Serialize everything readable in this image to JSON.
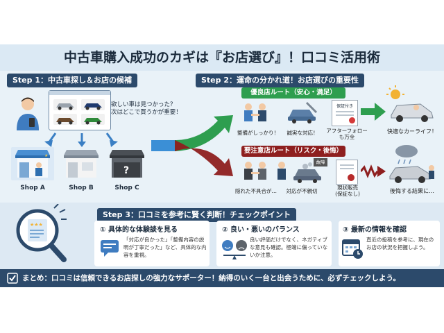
{
  "title": "中古車購入成功のカギは『お店選び』！口コミ活用術",
  "step1": {
    "label": "Step 1：中古車探し＆お店の候補",
    "thought": [
      "欲しい車は見つかった？",
      "次はどこで買うかが重要！"
    ],
    "shops": [
      "Shop A",
      "Shop B",
      "Shop C"
    ]
  },
  "step2": {
    "label": "Step 2：運命の分かれ道！お店選びの重要性",
    "good_route": "優良店ルート（安心・満足）",
    "good_items": [
      "整備がしっかり！",
      "誠実な対応！",
      "アフターフォロー\nも万全"
    ],
    "good_doc": "保証付き",
    "good_result": "快適なカーライフ！",
    "bad_route": "要注意店ルート（リスク・後悔）",
    "bad_items": [
      "隠れた不具合が…",
      "対応が不親切",
      "現状販売\n(保証なし)"
    ],
    "bad_sign": "故障",
    "bad_result": "後悔する結果に…"
  },
  "step3": {
    "label": "Step 3：口コミを参考に賢く判断！チェックポイント",
    "points": [
      {
        "title": "① 具体的な体験談を見る",
        "body": "「対応が良かった」「整備内容の説明が丁寧だった」など、具体的な内容を重視。"
      },
      {
        "title": "② 良い・悪いのバランス",
        "body": "良い評価だけでなく、ネガティブな意見も確認。極端に偏っていないか注意。"
      },
      {
        "title": "③ 最新の情報を確認",
        "body": "直近の投稿を参考に、現在のお店の状況を把握しよう。"
      }
    ]
  },
  "summary": "まとめ：口コミは信頼できるお店探しの強力なサポーター！納得のいく一台と出会うために、必ずチェックしよう。",
  "colors": {
    "navy": "#2c4a6b",
    "green": "#2e9e4f",
    "red": "#8e1f1f"
  }
}
